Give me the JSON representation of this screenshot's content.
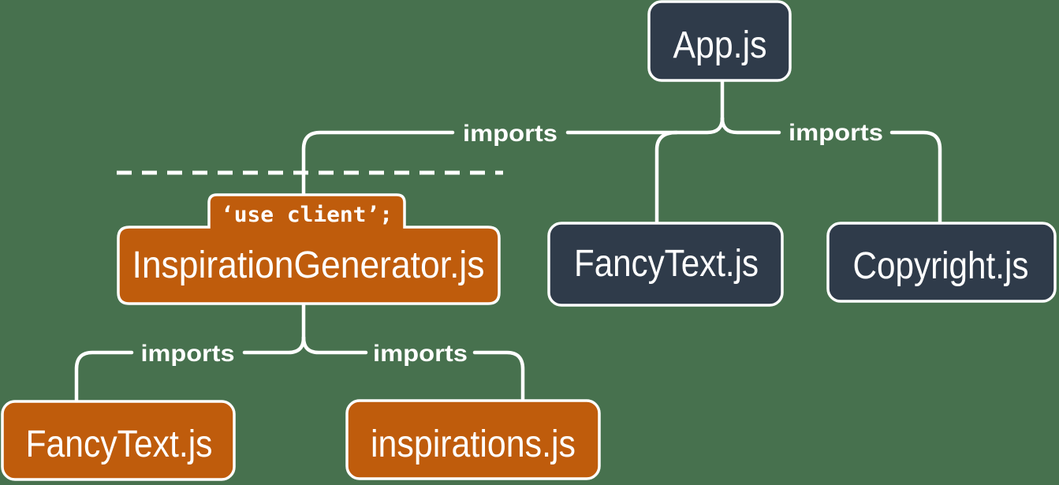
{
  "colors": {
    "background": "#47714e",
    "server_component": "#2f3b4a",
    "client_component": "#bf5c0c",
    "connector": "#ffffff",
    "label_text": "#ffffff"
  },
  "diagram": {
    "nodes": {
      "app": {
        "label": "App.js",
        "type": "server"
      },
      "inspiration_generator": {
        "label": "InspirationGenerator.js",
        "type": "client",
        "directive": "‘use client’;"
      },
      "fancy_text_server": {
        "label": "FancyText.js",
        "type": "server"
      },
      "copyright": {
        "label": "Copyright.js",
        "type": "server"
      },
      "fancy_text_client": {
        "label": "FancyText.js",
        "type": "client"
      },
      "inspirations": {
        "label": "inspirations.js",
        "type": "client"
      }
    },
    "edges": {
      "app_to_inspiration_generator": {
        "label": "imports"
      },
      "app_to_fancy_text": {
        "label": ""
      },
      "app_to_copyright": {
        "label": "imports"
      },
      "inspiration_generator_to_fancy_text": {
        "label": "imports"
      },
      "inspiration_generator_to_inspirations": {
        "label": "imports"
      }
    }
  }
}
